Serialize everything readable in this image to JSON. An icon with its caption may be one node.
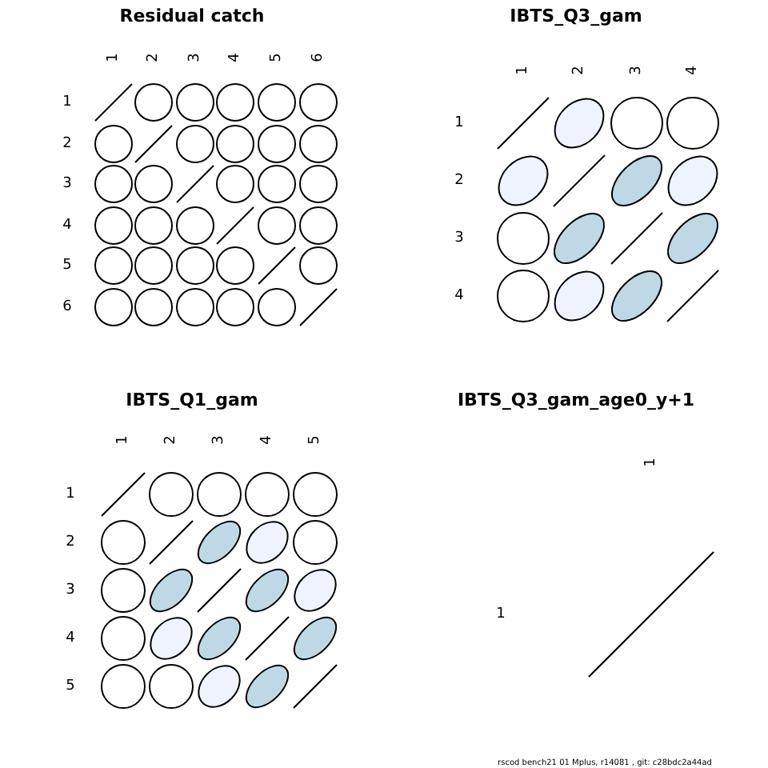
{
  "diagram": {
    "labels": [
      "Residual catch",
      "1",
      "2",
      "3",
      "4",
      "5",
      "6",
      "1",
      "2",
      "3",
      "4",
      "5",
      "6",
      "IBTS_Q3_gam",
      "1",
      "2",
      "3",
      "4",
      "1",
      "2",
      "3",
      "4",
      "IBTS_Q1_gam",
      "1",
      "2",
      "3",
      "4",
      "5",
      "1",
      "2",
      "3",
      "4",
      "5",
      "IBTS_Q3_gam_age0_y+1",
      "1",
      "1",
      "rscod bench21 01 Mplus, r14081 , git: c28bdc2a44ad"
    ]
  }
}
